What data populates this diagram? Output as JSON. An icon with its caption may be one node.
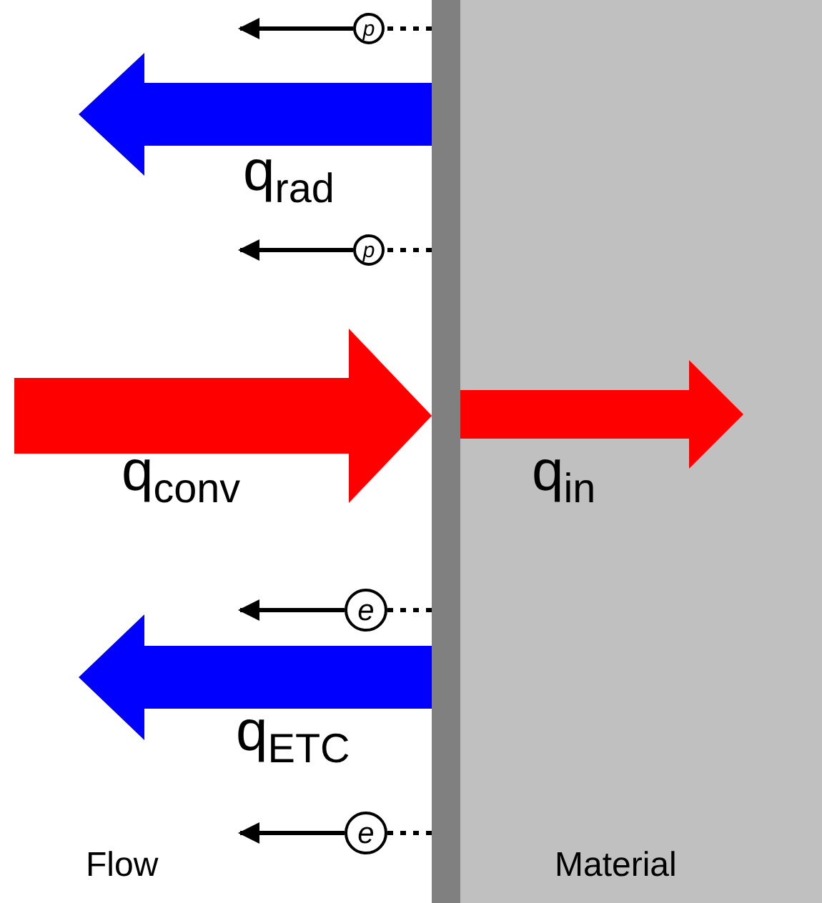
{
  "diagram": {
    "nodes": [
      {
        "text": [
          "p"
        ]
      },
      {
        "text": [
          "p"
        ]
      },
      {
        "text": [
          "e"
        ]
      },
      {
        "text": [
          "e"
        ]
      },
      {
        "text": [],
        "shape": "bar"
      }
    ],
    "edges": [
      {
        "from": 0,
        "to": null,
        "arrow": "to"
      },
      {
        "from": 4,
        "to": 0,
        "arrow": "none",
        "style": "dashed"
      },
      {
        "from": 1,
        "to": null,
        "arrow": "to"
      },
      {
        "from": 4,
        "to": 1,
        "arrow": "none",
        "style": "dashed"
      },
      {
        "from": 2,
        "to": null,
        "arrow": "to"
      },
      {
        "from": 4,
        "to": 2,
        "arrow": "none",
        "style": "dashed"
      },
      {
        "from": 3,
        "to": null,
        "arrow": "to"
      },
      {
        "from": 4,
        "to": 3,
        "arrow": "none",
        "style": "dashed"
      }
    ],
    "labels": [
      "q$_{rad}$",
      "q$_{conv}$",
      "q$_{in}$",
      "q$_{ETC}$",
      "Flow",
      "Material"
    ]
  }
}
